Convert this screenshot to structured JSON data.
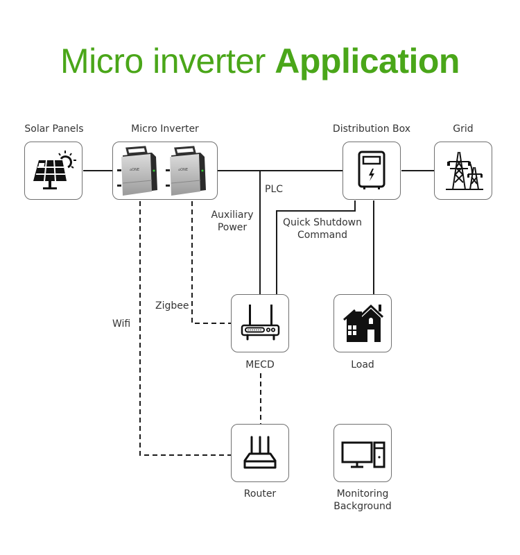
{
  "title": {
    "light": "Micro inverter ",
    "bold": "Application",
    "color": "#4aa619"
  },
  "nodes": {
    "solar_panels": {
      "label": "Solar Panels",
      "icon": "solar-panel-icon"
    },
    "micro_inverter": {
      "label": "Micro Inverter",
      "icon": "micro-inverter-icon"
    },
    "distribution_box": {
      "label": "Distribution Box",
      "icon": "distribution-box-icon"
    },
    "grid": {
      "label": "Grid",
      "icon": "power-tower-icon"
    },
    "mecd": {
      "label": "MECD",
      "icon": "mecd-gateway-icon"
    },
    "load": {
      "label": "Load",
      "icon": "house-icon"
    },
    "router": {
      "label": "Router",
      "icon": "router-icon"
    },
    "monitoring": {
      "label_line1": "Monitoring",
      "label_line2": "Background",
      "icon": "desktop-computer-icon"
    }
  },
  "edges": {
    "plc": "PLC",
    "auxiliary_power_line1": "Auxiliary",
    "auxiliary_power_line2": "Power",
    "quick_shutdown_line1": "Quick Shutdown",
    "quick_shutdown_line2": "Command",
    "zigbee": "Zigbee",
    "wifi": "Wifi"
  }
}
